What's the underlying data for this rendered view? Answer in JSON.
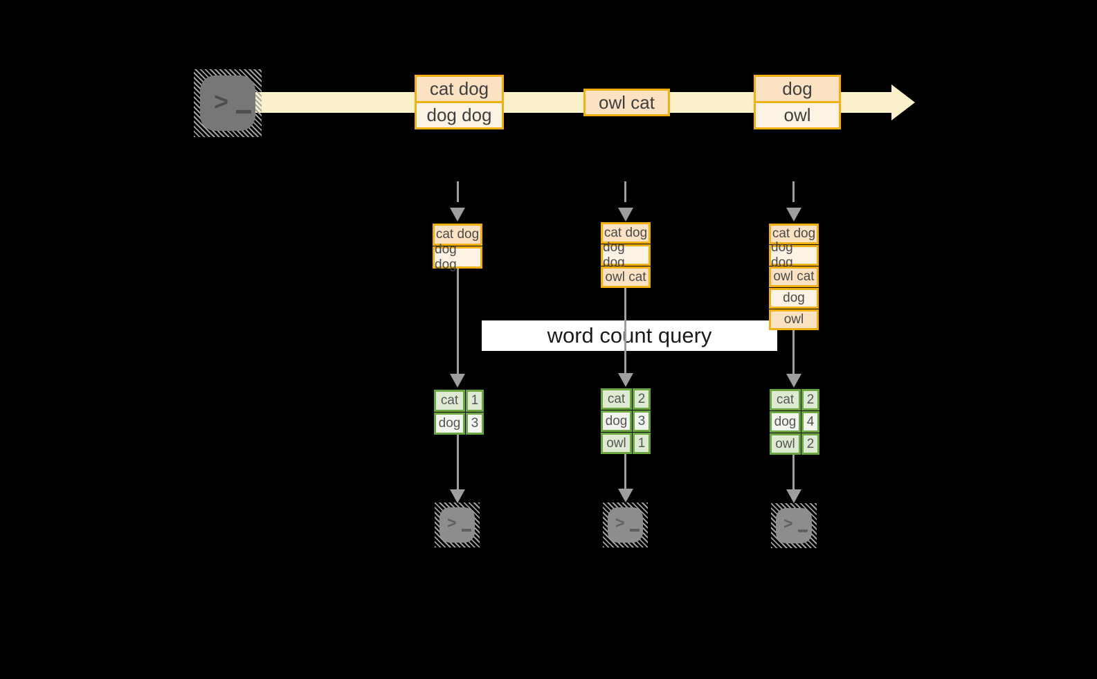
{
  "query_label": "word count query",
  "stream": {
    "messages": [
      {
        "lines": [
          "cat dog",
          "dog dog"
        ]
      },
      {
        "lines": [
          "owl cat"
        ]
      },
      {
        "lines": [
          "dog",
          "owl"
        ]
      }
    ]
  },
  "tasks": [
    {
      "buffer": [
        "cat dog",
        "dog dog"
      ],
      "counts": [
        {
          "word": "cat",
          "count": "1"
        },
        {
          "word": "dog",
          "count": "3"
        }
      ]
    },
    {
      "buffer": [
        "cat dog",
        "dog dog",
        "owl cat"
      ],
      "counts": [
        {
          "word": "cat",
          "count": "2"
        },
        {
          "word": "dog",
          "count": "3"
        },
        {
          "word": "owl",
          "count": "1"
        }
      ]
    },
    {
      "buffer": [
        "cat dog",
        "dog dog",
        "owl cat",
        "dog",
        "owl"
      ],
      "counts": [
        {
          "word": "cat",
          "count": "2"
        },
        {
          "word": "dog",
          "count": "4"
        },
        {
          "word": "owl",
          "count": "2"
        }
      ]
    }
  ],
  "icons": {
    "source": "terminal-icon",
    "sinks": "terminal-icon",
    "prompt_glyph": ">"
  },
  "colors": {
    "background": "#000000",
    "stream_band": "#FAF0CA",
    "box_border_orange": "#F2AF12",
    "box_fill_peach": "#FBE2C2",
    "box_fill_light": "#FDF3E4",
    "table_border_green": "#6CA640",
    "table_fill_green": "#DEEBD2",
    "table_fill_light": "#F1F5ED",
    "arrow_gray": "#9E9E9E",
    "terminal_gray": "#7E7E7E",
    "query_label_bg": "#FFFFFF"
  }
}
